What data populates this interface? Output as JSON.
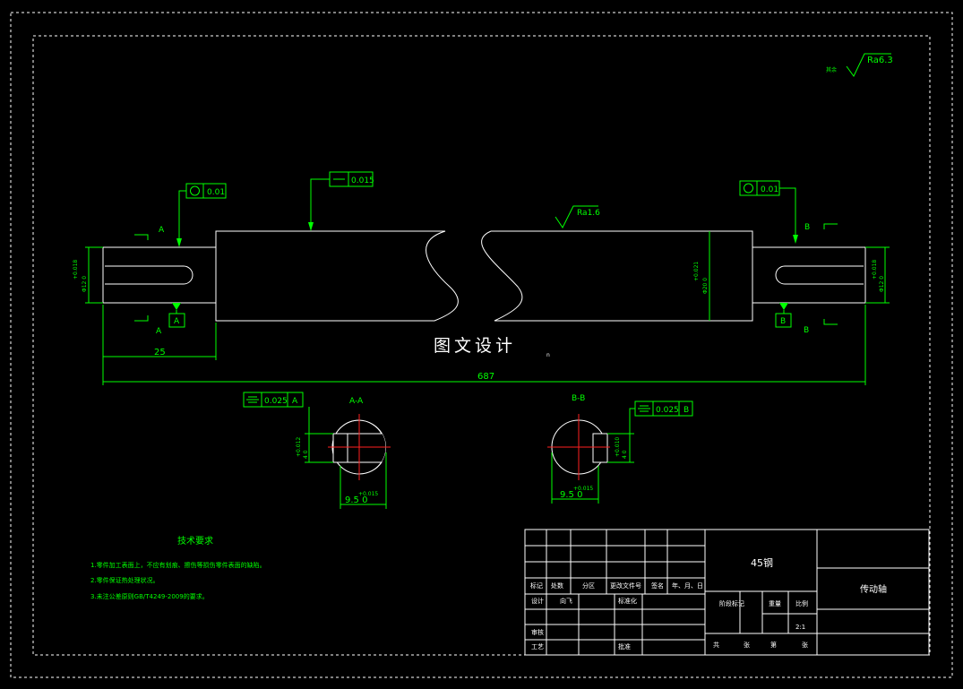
{
  "colors": {
    "background": "#000000",
    "outline": "#ffffff",
    "annotation": "#00ff00",
    "centerline": "#ff2020"
  },
  "roughness": {
    "global_prefix": "其余",
    "global_value": "Ra6.3",
    "surface_value": "Ra1.6"
  },
  "tolerances": {
    "circ_left": "0.01",
    "straight": "0.015",
    "circ_right": "0.01",
    "sym_a": "0.025",
    "sym_a_datum": "A",
    "sym_b": "0.025",
    "sym_b_datum": "B"
  },
  "datums": {
    "a": "A",
    "b": "B"
  },
  "section_marks": {
    "a": "A",
    "b": "B"
  },
  "dimensions": {
    "left_diam": "Φ12 0",
    "left_diam_tol": "+0.018",
    "right_diam": "Φ12 0",
    "right_diam_tol": "+0.018",
    "body_diam": "Φ20 0",
    "body_diam_tol": "+0.021",
    "left_len": "25",
    "total_len": "687",
    "aa_width": "9.5 0",
    "aa_width_tol": "+0.015",
    "aa_depth": "4 0",
    "aa_depth_tol": "+0.012",
    "bb_width": "9.5 0",
    "bb_width_tol": "+0.015",
    "bb_depth": "4 0",
    "bb_depth_tol": "+0.010"
  },
  "sections": {
    "aa_title": "A-A",
    "bb_title": "B-B"
  },
  "watermark": {
    "text": "图文设计",
    "suffix": "n"
  },
  "requirements": {
    "title": "技术要求",
    "items": [
      "1.零件加工表面上，不应有划痕、擦伤等损伤零件表面的缺陷。",
      "2.零件保证热处理状况。",
      "3.未注公差原则GB/T4249-2009的要求。"
    ]
  },
  "title_block": {
    "material": "45钢",
    "part_name": "传动轴",
    "headers": [
      "标记",
      "处数",
      "分区",
      "更改文件号",
      "签名",
      "年、月、日"
    ],
    "row_design": [
      "设计",
      "向飞",
      "标准化"
    ],
    "row_check": "审核",
    "row_process": [
      "工艺",
      "批准"
    ],
    "stage_label": "阶段标记",
    "weight_label": "重量",
    "scale_label": "比例",
    "scale_value": "2:1",
    "sheet": [
      "共",
      "张",
      "第",
      "张"
    ]
  }
}
